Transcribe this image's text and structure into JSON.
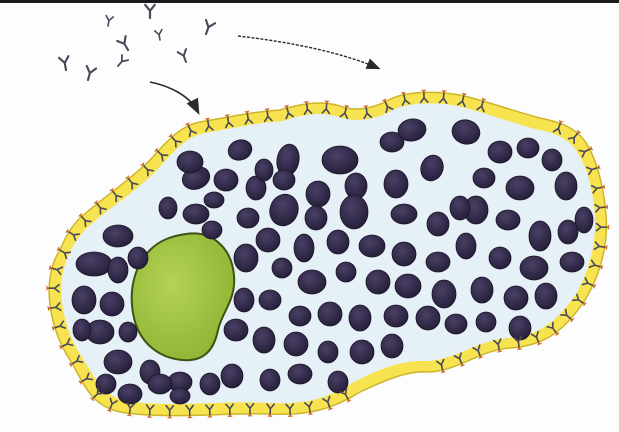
{
  "diagram": {
    "subject": "",
    "colors": {
      "background": "#fdfdfd",
      "cytoplasm": "#e6f1f7",
      "membrane": "#f7e34f",
      "membrane_edge": "#cdb52a",
      "granule": "#2c2443",
      "granule_highlight": "#4a4066",
      "nucleus_fill": "#9fc23f",
      "nucleus_edge": "#3e5313",
      "antibody": "#4a4a5a",
      "receptor": "#d36a2b",
      "arrow": "#2a2a2a"
    },
    "icons": [
      "free-antibody-icon",
      "bound-antibody-icon",
      "binding-arrow-icon"
    ],
    "granule_count": 95,
    "free_antibody_count": 9,
    "bound_antibody_count": 72,
    "arrow_count": 2
  }
}
